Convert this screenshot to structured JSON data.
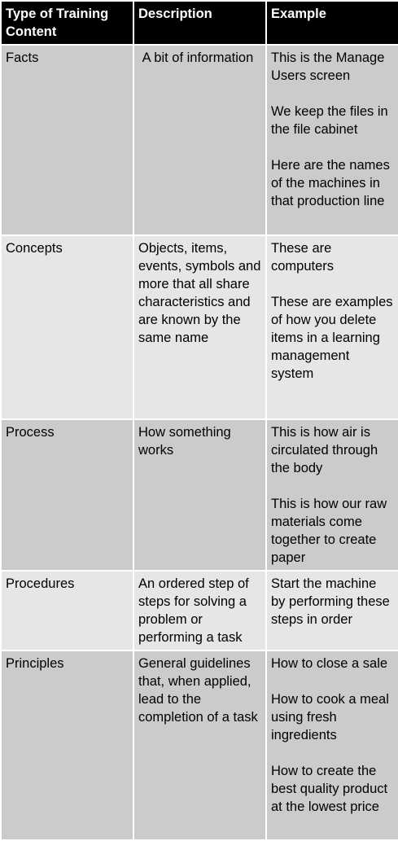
{
  "headers": [
    "Type of Training Content",
    "Description",
    "Example"
  ],
  "rows": [
    {
      "type": "Facts",
      "description": " A bit of information",
      "examples": [
        "This is the Manage Users screen",
        "We keep the files in the file cabinet",
        "Here are the names of the machines in that production line"
      ]
    },
    {
      "type": "Concepts",
      "description": "Objects, items, events, symbols and more that all share characteristics and are known by the same name",
      "examples": [
        "These are computers",
        "These are examples of how you delete items in a learning management system"
      ]
    },
    {
      "type": "Process",
      "description": "How something works",
      "examples": [
        "This is how air is circulated through the body",
        "This is how our raw materials come together to create paper"
      ]
    },
    {
      "type": "Procedures",
      "description": "An ordered step of steps for solving a problem or performing a task",
      "examples": [
        "Start the machine by performing these steps in order"
      ]
    },
    {
      "type": "Principles",
      "description": "General guidelines that, when applied, lead to the completion of a task",
      "examples": [
        "How to close a sale",
        "How to cook a meal using fresh ingredients",
        "How to create the best quality product at the lowest price"
      ]
    }
  ]
}
